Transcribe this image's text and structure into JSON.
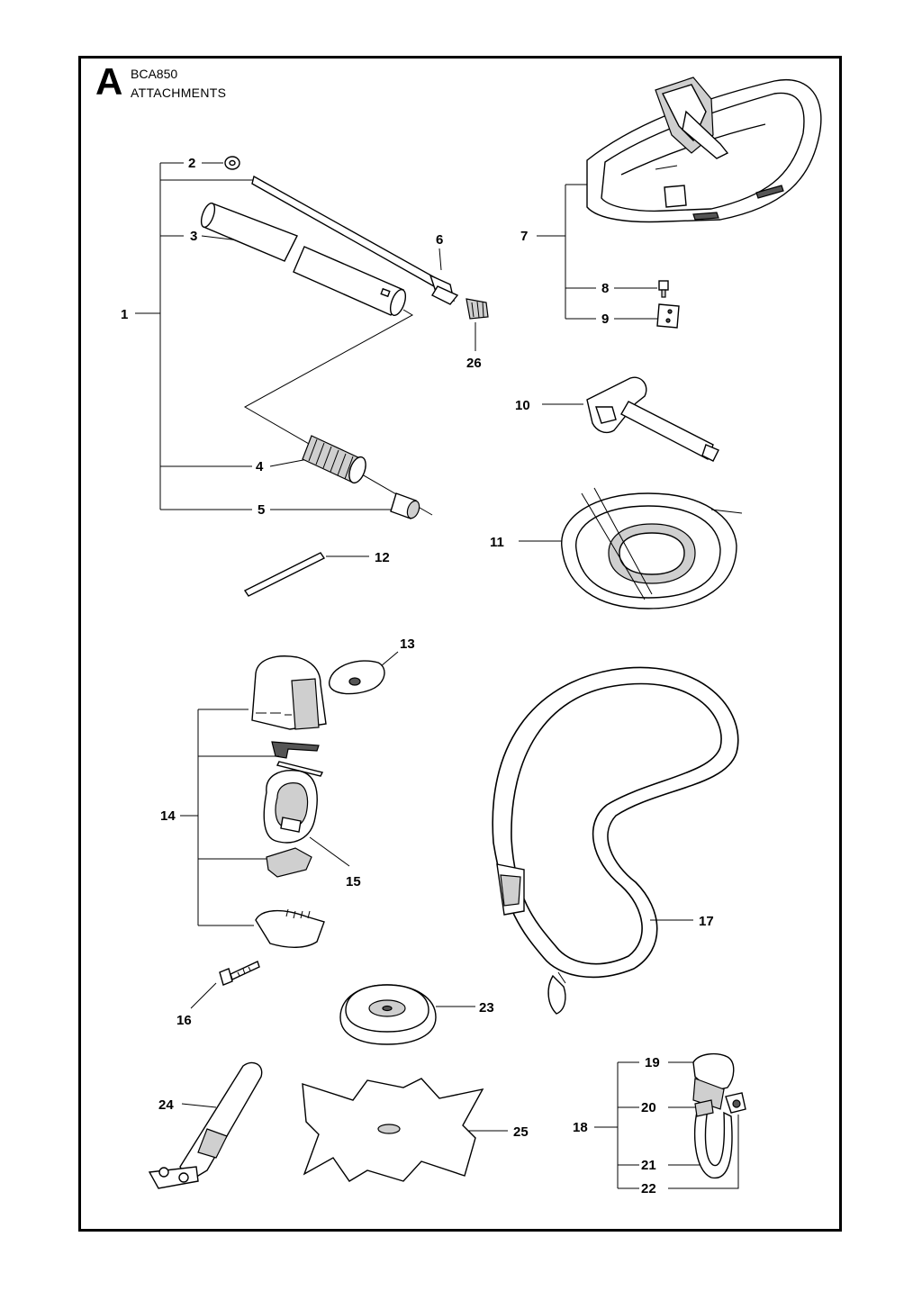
{
  "header": {
    "section_letter": "A",
    "model": "BCA850",
    "section_title": "ATTACHMENTS"
  },
  "callouts": [
    "1",
    "2",
    "3",
    "4",
    "5",
    "6",
    "7",
    "8",
    "9",
    "10",
    "11",
    "12",
    "13",
    "14",
    "15",
    "16",
    "17",
    "18",
    "19",
    "20",
    "21",
    "22",
    "23",
    "24",
    "25",
    "26"
  ]
}
